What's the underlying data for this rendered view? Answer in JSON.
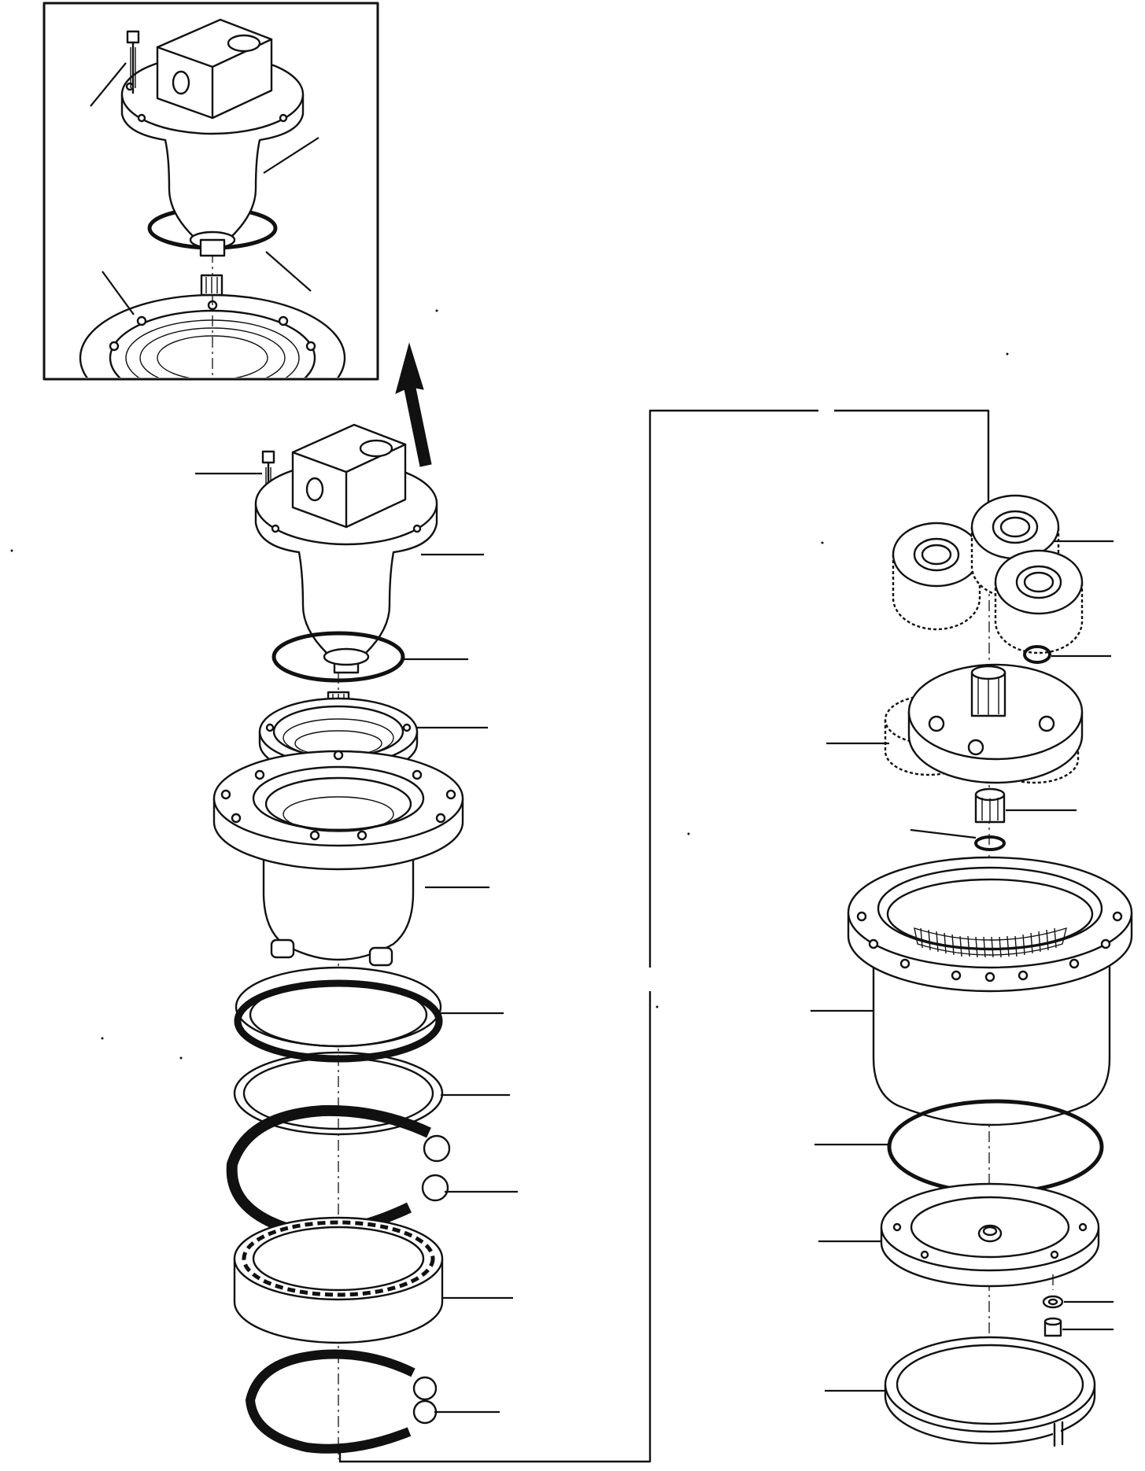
{
  "figure": {
    "kind": "exploded-assembly-drawing",
    "label_text": []
  },
  "colors": {
    "line": "#111111",
    "paper": "#ffffff"
  },
  "components": {
    "inset": [
      "capscrew",
      "motor",
      "o-ring",
      "housing"
    ],
    "left_stack": [
      "capscrew",
      "motor",
      "o-ring",
      "bearing-plate",
      "housing-flange",
      "seal-ring",
      "ring",
      "snap-ring",
      "roller-bearing",
      "snap-ring"
    ],
    "right_stack": [
      "planet-gears",
      "snap-ring",
      "carrier",
      "sun-gear",
      "thrust-ring",
      "ring-gear-housing",
      "o-ring",
      "cover-plate",
      "washer",
      "plug",
      "retaining-ring"
    ]
  },
  "icons": {
    "direction_arrow": "arrow-up-icon"
  }
}
